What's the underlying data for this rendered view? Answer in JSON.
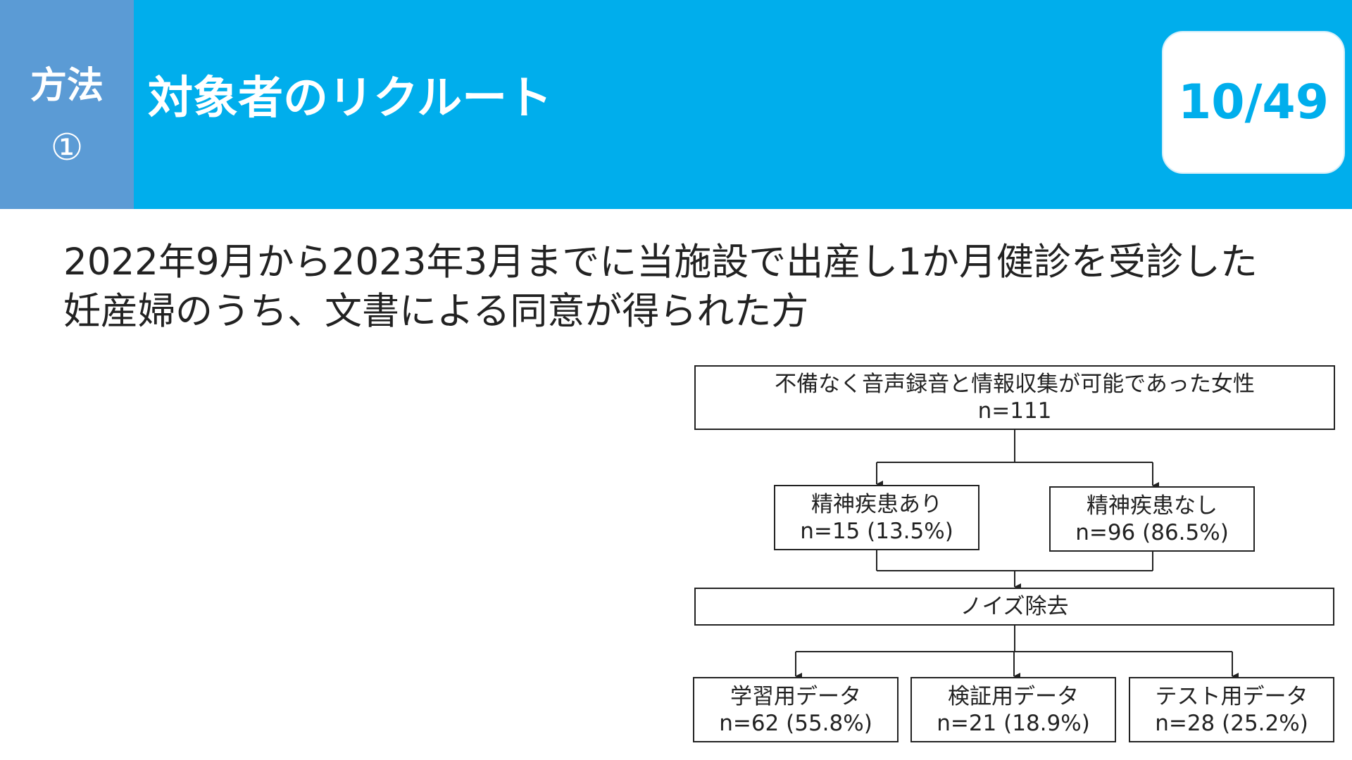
{
  "header": {
    "section_line1": "方法",
    "section_line2": "①",
    "title": "対象者のリクルート",
    "page_number": "10/49"
  },
  "intro": {
    "line1": "2022年9月から2023年3月までに当施設で出産し1か月健診を受診した",
    "line2": "妊産婦のうち、文書による同意が得られた方"
  },
  "flowchart": {
    "total": {
      "label": "不備なく音声録音と情報収集が可能であった女性",
      "count": "n=111"
    },
    "with_mental": {
      "label": "精神疾患あり",
      "count": "n=15 (13.5%)"
    },
    "without_mental": {
      "label": "精神疾患なし",
      "count": "n=96 (86.5%)"
    },
    "noise": {
      "label": "ノイズ除去"
    },
    "train": {
      "label": "学習用データ",
      "count": "n=62 (55.8%)"
    },
    "validation": {
      "label": "検証用データ",
      "count": "n=21 (18.9%)"
    },
    "test": {
      "label": "テスト用データ",
      "count": "n=28 (25.2%)"
    }
  },
  "colors": {
    "header_bg": "#00aeec",
    "section_tab_bg": "#5b9bd5",
    "page_number_text": "#00aeec"
  }
}
